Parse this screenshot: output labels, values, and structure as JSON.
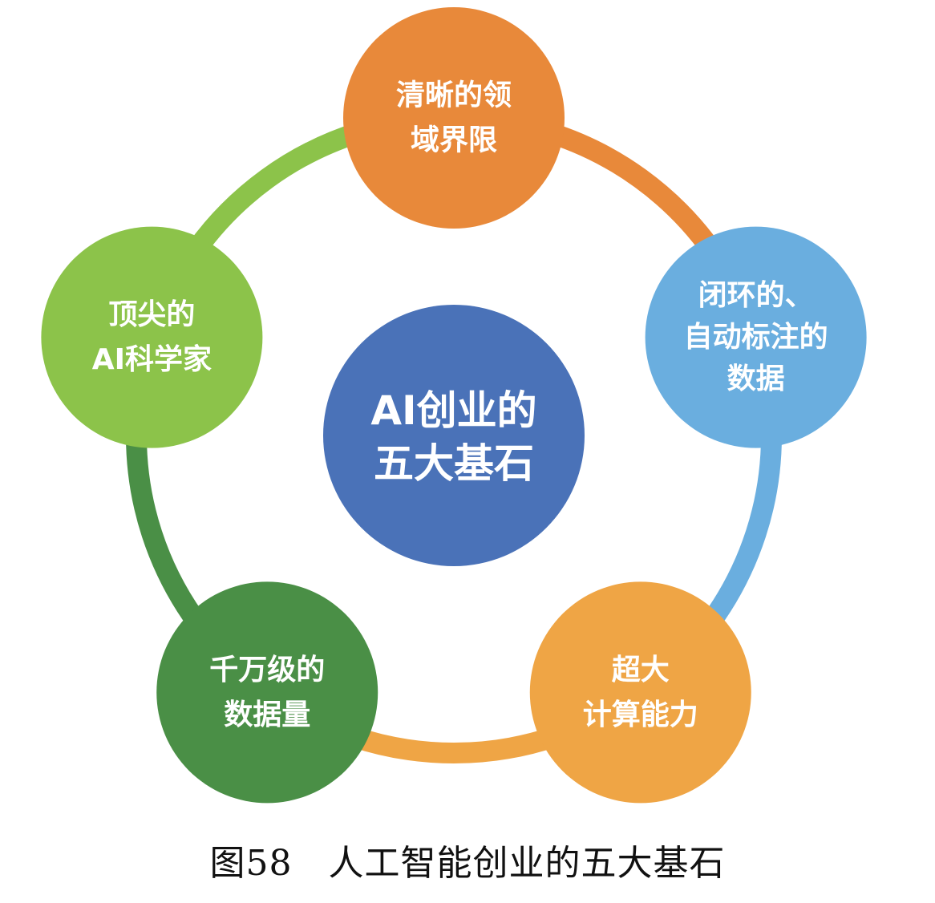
{
  "diagram": {
    "center": {
      "lines": [
        "AI创业的",
        "五大基石"
      ],
      "color": "#4A72B8"
    },
    "nodes": [
      {
        "id": "domain-boundary",
        "lines": [
          "清晰的领",
          "域界限"
        ],
        "color": "#E8893A"
      },
      {
        "id": "labeled-data",
        "lines": [
          "闭环的、",
          "自动标注的",
          "数据"
        ],
        "color": "#6AAEDF"
      },
      {
        "id": "compute-power",
        "lines": [
          "超大",
          "计算能力"
        ],
        "color": "#EFA545"
      },
      {
        "id": "massive-data",
        "lines": [
          "千万级的",
          "数据量"
        ],
        "color": "#4A8F46"
      },
      {
        "id": "ai-scientists",
        "lines": [
          "顶尖的",
          "AI科学家"
        ],
        "color": "#8CC34A"
      }
    ],
    "ring_arcs": [
      {
        "from": "domain-boundary",
        "to": "labeled-data",
        "color": "#E8893A"
      },
      {
        "from": "labeled-data",
        "to": "compute-power",
        "color": "#6AAEDF"
      },
      {
        "from": "compute-power",
        "to": "massive-data",
        "color": "#EFA545"
      },
      {
        "from": "massive-data",
        "to": "ai-scientists",
        "color": "#4A8F46"
      },
      {
        "from": "ai-scientists",
        "to": "domain-boundary",
        "color": "#8CC34A"
      }
    ]
  },
  "caption": {
    "figure_number": "图58",
    "title": "人工智能创业的五大基石"
  }
}
